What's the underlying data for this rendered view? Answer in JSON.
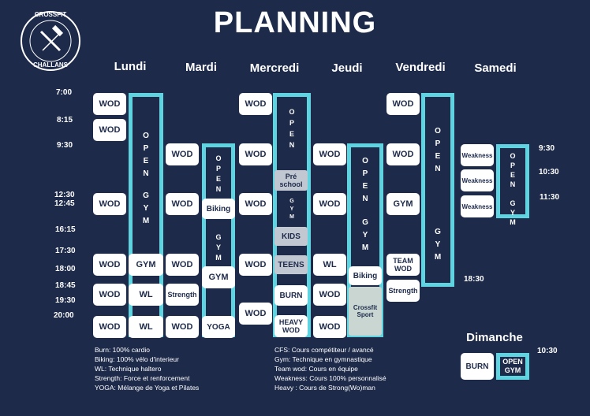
{
  "title": "PLANNING",
  "logo": {
    "top": "CROSSFIT",
    "bottom": "CHALLANS"
  },
  "days": [
    "Lundi",
    "Mardi",
    "Mercredi",
    "Jeudi",
    "Vendredi",
    "Samedi"
  ],
  "sunday": "Dimanche",
  "times_left": [
    "7:00",
    "8:15",
    "9:30",
    "12:30",
    "12:45",
    "16:15",
    "17:30",
    "18:00",
    "18:45",
    "19:30",
    "20:00"
  ],
  "times_right": [
    "9:30",
    "10:30",
    "11:30",
    "18:30",
    "10:30"
  ],
  "open_letters": [
    "O",
    "P",
    "E",
    "N"
  ],
  "gym_letters": [
    "G",
    "Y",
    "M"
  ],
  "classes": {
    "lun": [
      "WOD",
      "WOD",
      "WOD",
      "WOD",
      "WOD",
      "WOD"
    ],
    "lun_side": [
      "GYM",
      "WL",
      "WL"
    ],
    "mar": [
      "WOD",
      "WOD",
      "WOD",
      "Strength",
      "WOD"
    ],
    "mar_side": [
      "Biking",
      "GYM",
      "YOGA"
    ],
    "mer": [
      "WOD",
      "WOD",
      "WOD",
      "WOD",
      "WOD"
    ],
    "mer_side": [
      "Pré school",
      "KIDS",
      "TEENS",
      "BURN",
      "HEAVY WOD"
    ],
    "jeu": [
      "WOD",
      "WOD",
      "WL",
      "WOD",
      "WOD"
    ],
    "jeu_side": [
      "Biking",
      "Crossfit Sport"
    ],
    "ven": [
      "WOD",
      "WOD",
      "GYM",
      "TEAM WOD",
      "Strength"
    ],
    "sam": [
      "Weakness",
      "Weakness",
      "Weakness"
    ],
    "dim": [
      "BURN"
    ],
    "dim_open": "OPEN GYM",
    "sam_open": "OPEN GYM"
  },
  "legend_left": [
    "Burn: 100% cardio",
    "Biking: 100% vélo d'interieur",
    "WL: Technique haltero",
    "Strength: Force et renforcement",
    "YOGA: Mélange de Yoga et Pilates"
  ],
  "legend_right": [
    "CFS: Cours compétiteur / avancé",
    "Gym: Technique en gymnastique",
    "Team wod:  Cours en équipe",
    "Weakness: Cours 100% personnalisé",
    "Heavy : Cours de Strong(Wo)man"
  ]
}
